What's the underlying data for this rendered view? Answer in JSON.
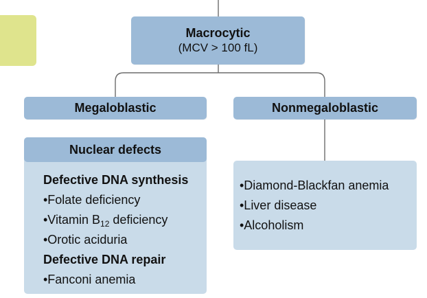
{
  "root": {
    "title": "Macrocytic",
    "subtitle": "(MCV > 100 fL)"
  },
  "branches": {
    "megaloblastic": "Megaloblastic",
    "nonmegaloblastic": "Nonmegaloblastic"
  },
  "nuclear": {
    "header": "Nuclear defects",
    "synthesis_heading": "Defective DNA synthesis",
    "items": [
      "•Folate deficiency",
      "•Vitamin B",
      "12",
      " deficiency",
      "•Orotic aciduria"
    ],
    "repair_heading": "Defective DNA repair",
    "repair_item": "•Fanconi anemia"
  },
  "non": {
    "items": [
      "•Diamond-Blackfan anemia",
      "•Liver disease",
      "•Alcoholism"
    ]
  },
  "colors": {
    "box": "#9cbad7",
    "panel": "#c9dbe9",
    "connector": "#6b6b6b",
    "side_tab": "#dfe48d"
  }
}
